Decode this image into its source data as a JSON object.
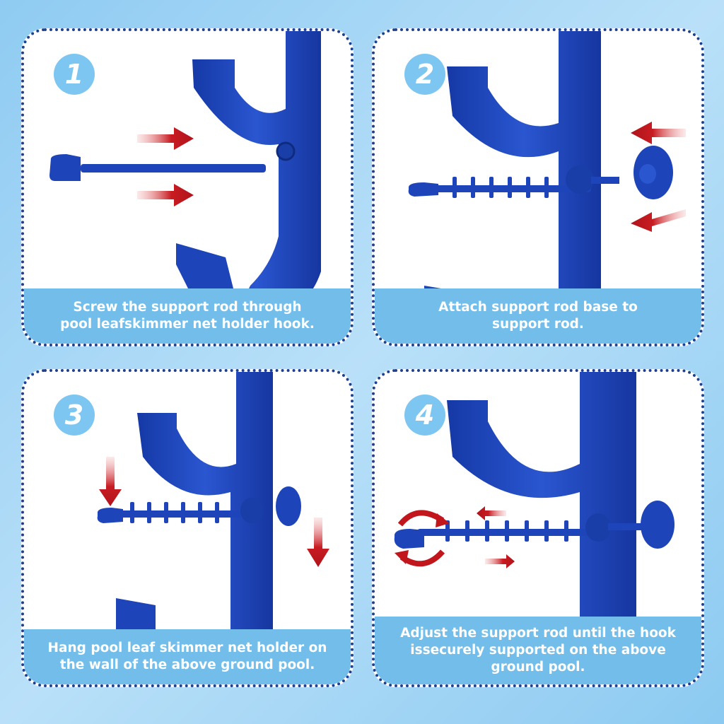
{
  "colors": {
    "background": "#a6d6f5",
    "panel_border": "#1f3f8f",
    "badge": "#7cc6f1",
    "caption_band": "#72bdea",
    "plastic_blue": "#1d44b8",
    "arrow_red": "#c0161c"
  },
  "steps": [
    {
      "number": "1",
      "caption": "Screw the support rod through\npool leafskimmer net holder hook."
    },
    {
      "number": "2",
      "caption": "Attach support rod base to\nsupport rod."
    },
    {
      "number": "3",
      "caption": "Hang pool leaf skimmer net holder on\nthe wall of the above ground pool."
    },
    {
      "number": "4",
      "caption": "Adjust the support rod until the hook\nissecurely supported on the above\nground pool."
    }
  ]
}
